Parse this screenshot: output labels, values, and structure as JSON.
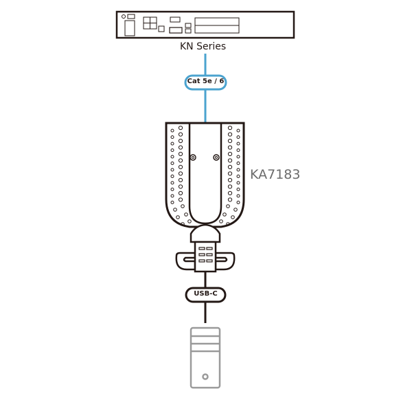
{
  "switch_label": "KN Series",
  "cable_top_label": "Cat 5e / 6",
  "adapter_label": "KA7183",
  "cable_bottom_label": "USB-C",
  "colors": {
    "cat_cable": "#4ba3cf",
    "usb_cable": "#231815",
    "computer": "#9a9a9a",
    "adapter_label": "#6b6b6b"
  }
}
